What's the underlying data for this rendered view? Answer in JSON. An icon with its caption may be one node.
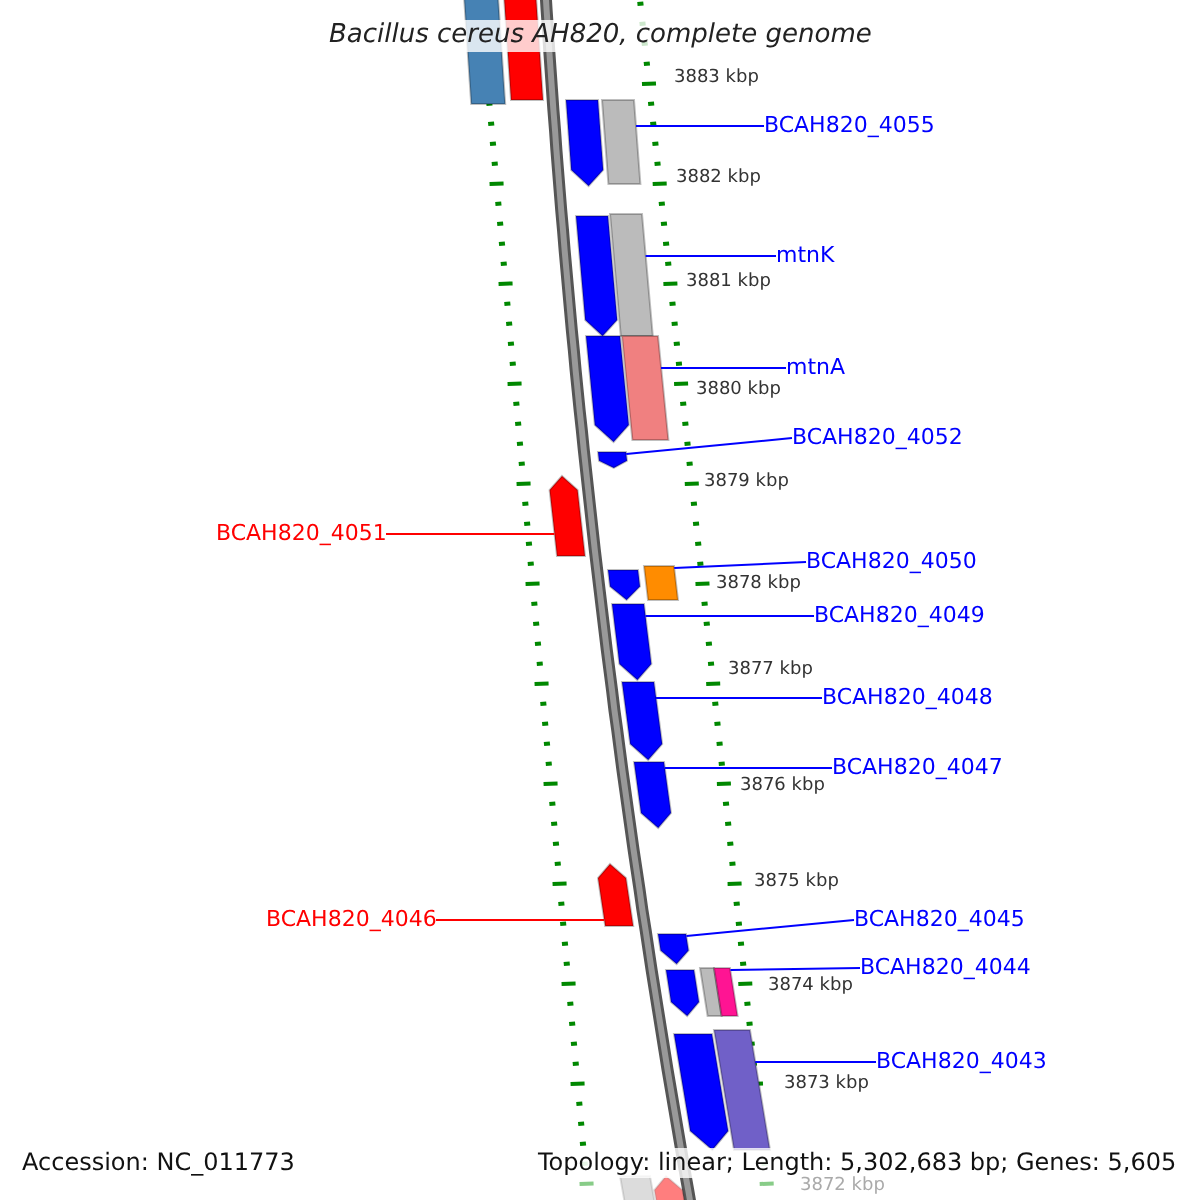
{
  "diagram": {
    "title": "Bacillus cereus AH820, complete genome",
    "nodes": [
      {
        "text": [
          "BCAH820_4055"
        ]
      },
      {
        "text": [
          "mtnK"
        ]
      },
      {
        "text": [
          "mtnA"
        ]
      },
      {
        "text": [
          "BCAH820_4052"
        ]
      },
      {
        "text": [
          "BCAH820_4051"
        ]
      },
      {
        "text": [
          "BCAH820_4050"
        ]
      },
      {
        "text": [
          "BCAH820_4049"
        ]
      },
      {
        "text": [
          "BCAH820_4048"
        ]
      },
      {
        "text": [
          "BCAH820_4047"
        ]
      },
      {
        "text": [
          "BCAH820_4046"
        ]
      },
      {
        "text": [
          "BCAH820_4045"
        ]
      },
      {
        "text": [
          "BCAH820_4044"
        ]
      },
      {
        "text": [
          "BCAH820_4043"
        ]
      },
      {
        "text": [],
        "shape": "bar"
      },
      {
        "text": [],
        "shape": "bar"
      },
      {
        "text": [],
        "shape": "arrow"
      },
      {
        "text": [],
        "shape": "bar"
      },
      {
        "text": [],
        "shape": "arrow"
      },
      {
        "text": [],
        "shape": "bar"
      },
      {
        "text": [],
        "shape": "arrow"
      },
      {
        "text": [],
        "shape": "bar"
      },
      {
        "text": [],
        "shape": "arrow"
      },
      {
        "text": [],
        "shape": "arrow"
      },
      {
        "text": [],
        "shape": "arrow"
      },
      {
        "text": [],
        "shape": "bar"
      },
      {
        "text": [],
        "shape": "arrow"
      },
      {
        "text": [],
        "shape": "arrow"
      },
      {
        "text": [],
        "shape": "arrow"
      },
      {
        "text": [],
        "shape": "arrow"
      },
      {
        "text": [],
        "shape": "arrow"
      },
      {
        "text": [],
        "shape": "arrow"
      },
      {
        "text": [],
        "shape": "bar"
      },
      {
        "text": [],
        "shape": "bar"
      },
      {
        "text": [],
        "shape": "arrow"
      },
      {
        "text": [],
        "shape": "bar"
      },
      {
        "text": [],
        "shape": "bar"
      },
      {
        "text": [],
        "shape": "arrow"
      }
    ],
    "edges": [
      {
        "from": 0,
        "to": 16,
        "arrow": "none"
      },
      {
        "from": 1,
        "to": 18,
        "arrow": "none"
      },
      {
        "from": 2,
        "to": 20,
        "arrow": "none"
      },
      {
        "from": 3,
        "to": 21,
        "arrow": "none"
      },
      {
        "from": 4,
        "to": 22,
        "arrow": "none",
        "color": "#ff0000"
      },
      {
        "from": 5,
        "to": 24,
        "arrow": "none"
      },
      {
        "from": 6,
        "to": 25,
        "arrow": "none"
      },
      {
        "from": 7,
        "to": 26,
        "arrow": "none"
      },
      {
        "from": 8,
        "to": 27,
        "arrow": "none"
      },
      {
        "from": 9,
        "to": 28,
        "arrow": "none",
        "color": "#ff0000"
      },
      {
        "from": 10,
        "to": 29,
        "arrow": "none"
      },
      {
        "from": 11,
        "to": 32,
        "arrow": "none"
      },
      {
        "from": 12,
        "to": 34,
        "arrow": "none"
      }
    ],
    "labels": [
      "3883 kbp",
      "3882 kbp",
      "3881 kbp",
      "3880 kbp",
      "3879 kbp",
      "3878 kbp",
      "3877 kbp",
      "3876 kbp",
      "3875 kbp",
      "3874 kbp",
      "3873 kbp",
      "Accession: NC_011773",
      "Topology: linear; Length: 5,302,683 bp; Genes: 5,605",
      "3872 kbp"
    ]
  }
}
